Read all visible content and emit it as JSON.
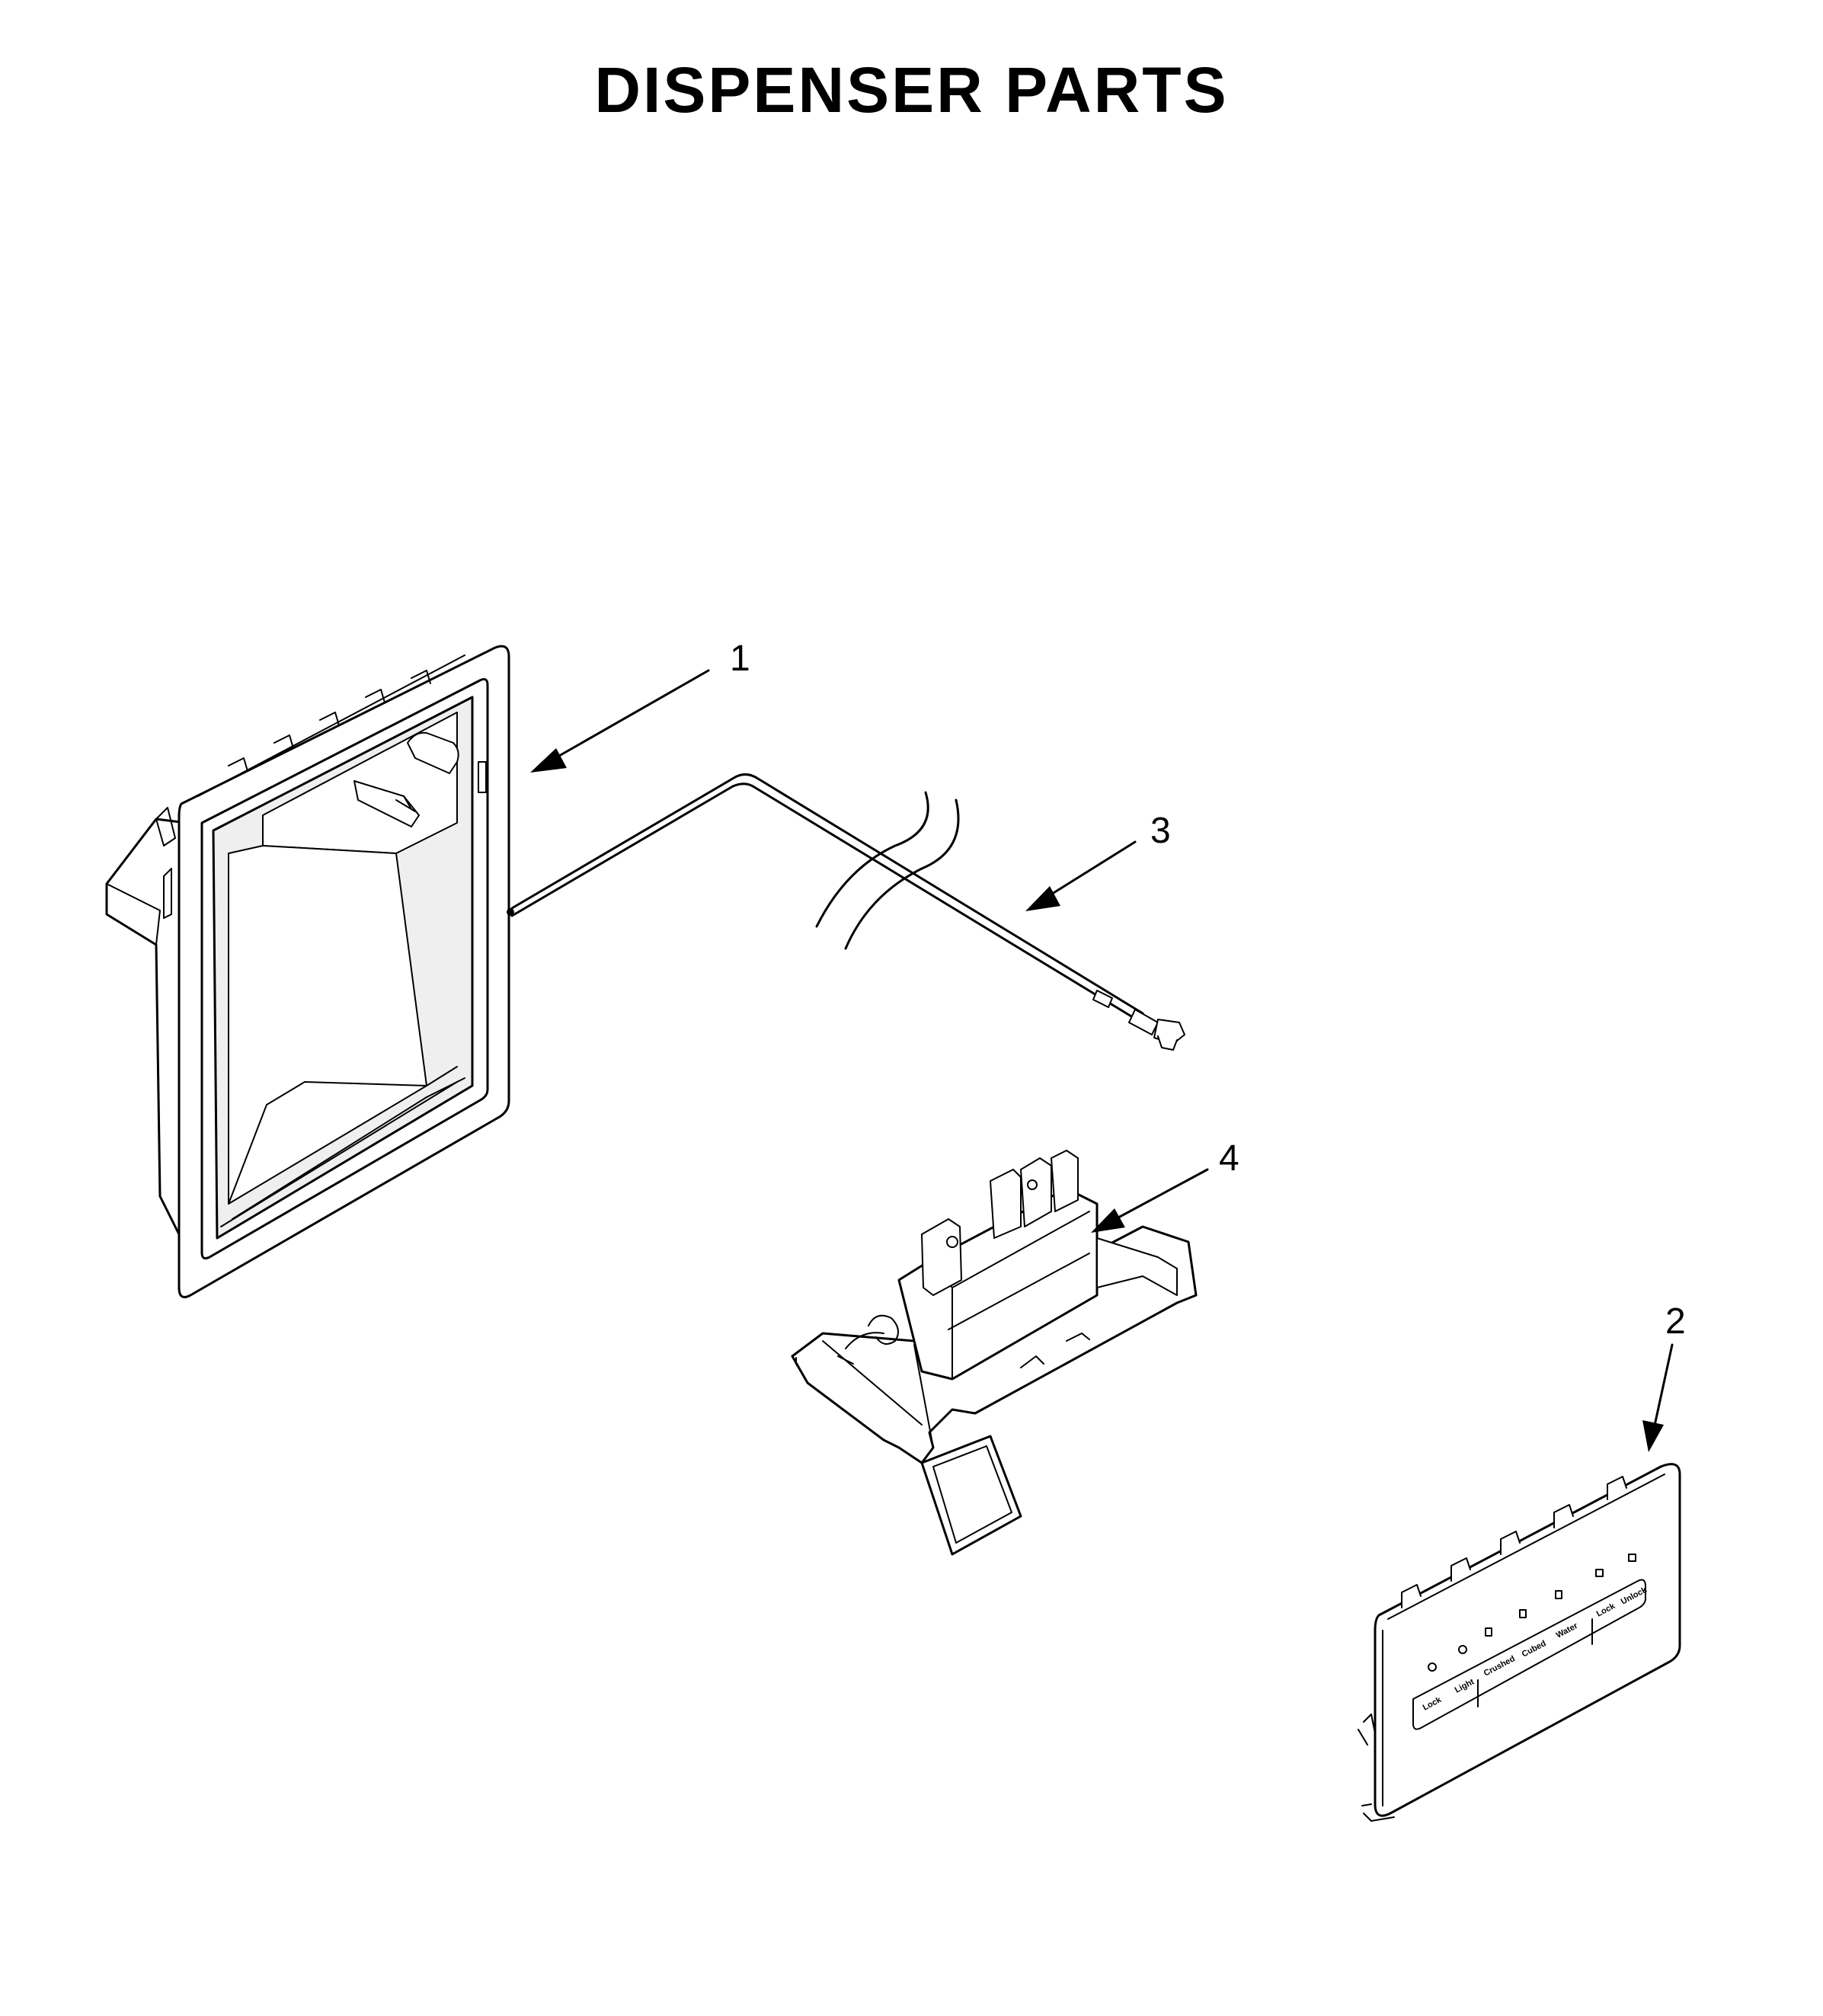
{
  "title": "DISPENSER PARTS",
  "callouts": [
    {
      "id": "1",
      "part": "dispenser housing"
    },
    {
      "id": "2",
      "part": "dispenser control panel"
    },
    {
      "id": "3",
      "part": "water tube"
    },
    {
      "id": "4",
      "part": "dispenser lever module"
    }
  ],
  "panel_labels": [
    "Lock",
    "Light",
    "Crushed",
    "Cubed",
    "Water",
    "Lock",
    "Unlock"
  ]
}
